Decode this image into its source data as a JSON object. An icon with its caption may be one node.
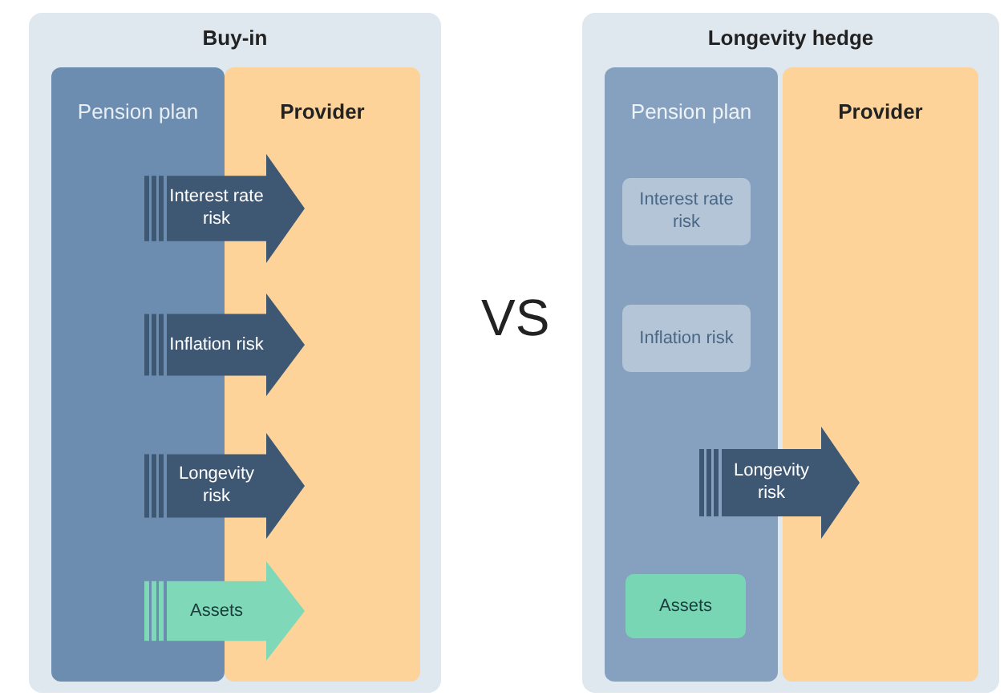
{
  "diagram": {
    "nodes": [
      {
        "text": [
          "Buy-in"
        ]
      },
      {
        "text": [
          "Pension plan"
        ],
        "in": 0
      },
      {
        "text": [
          "Provider"
        ],
        "in": 0
      },
      {
        "text": [
          "Interest rate risk"
        ],
        "in": 0
      },
      {
        "text": [
          "Inflation risk"
        ],
        "in": 0
      },
      {
        "text": [
          "Longevity risk"
        ],
        "in": 0
      },
      {
        "text": [
          "Assets"
        ],
        "in": 0
      },
      {
        "text": [
          "Longevity hedge"
        ]
      },
      {
        "text": [
          "Pension plan"
        ],
        "in": 7
      },
      {
        "text": [
          "Provider"
        ],
        "in": 7
      },
      {
        "text": [
          "Interest rate risk"
        ],
        "in": 8
      },
      {
        "text": [
          "Inflation risk"
        ],
        "in": 8
      },
      {
        "text": [
          "Longevity risk"
        ],
        "in": 7
      },
      {
        "text": [
          "Assets"
        ],
        "in": 8
      }
    ],
    "labels": [
      "VS"
    ]
  }
}
